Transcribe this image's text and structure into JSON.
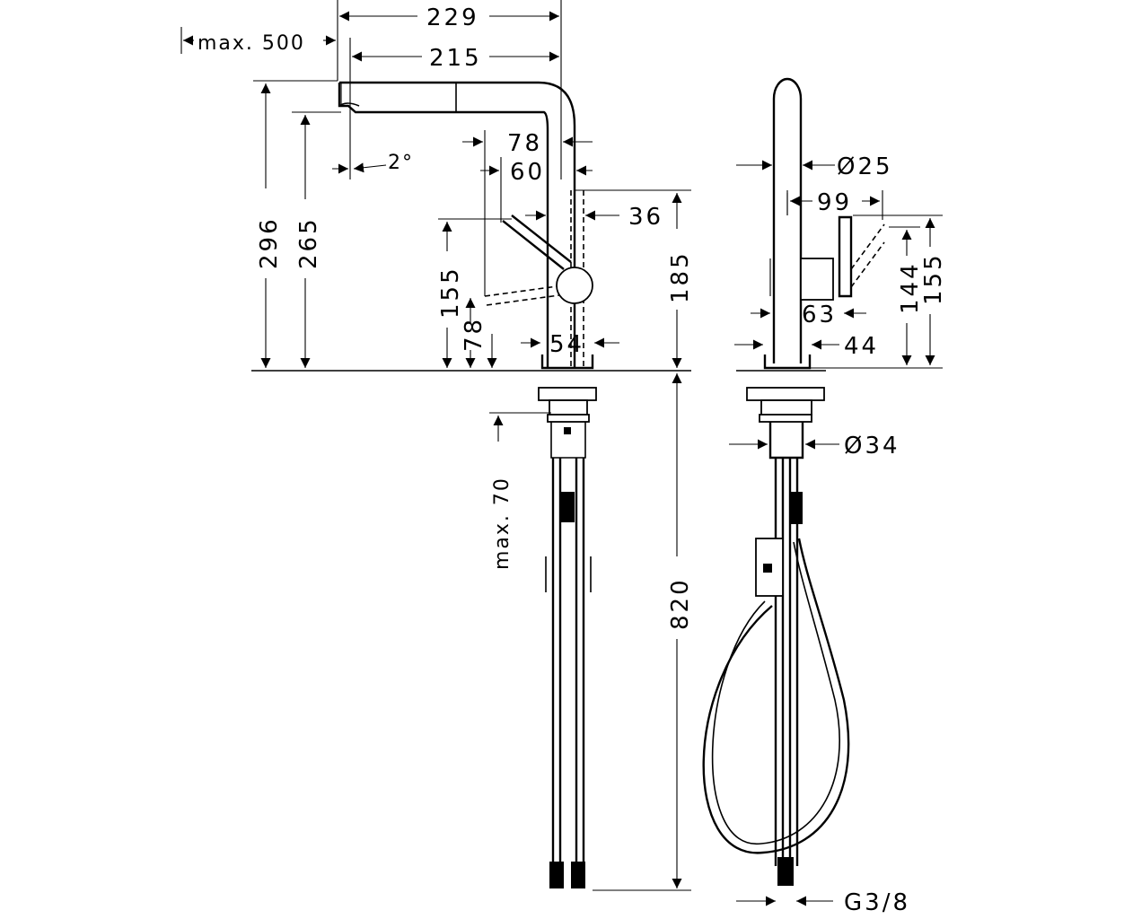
{
  "dimensions": {
    "d229": "229",
    "d215": "215",
    "max500": "max. 500",
    "d78top": "78",
    "d60": "60",
    "angle": "2°",
    "d36": "36",
    "d296": "296",
    "d265": "265",
    "d155left": "155",
    "d78left": "78",
    "d54": "54",
    "d185": "185",
    "max70": "max. 70",
    "d820": "820",
    "dia25": "Ø25",
    "d99": "99",
    "d144": "144",
    "d155right": "155",
    "d63": "63",
    "d44": "44",
    "dia34": "Ø34",
    "g38": "G3/8"
  }
}
